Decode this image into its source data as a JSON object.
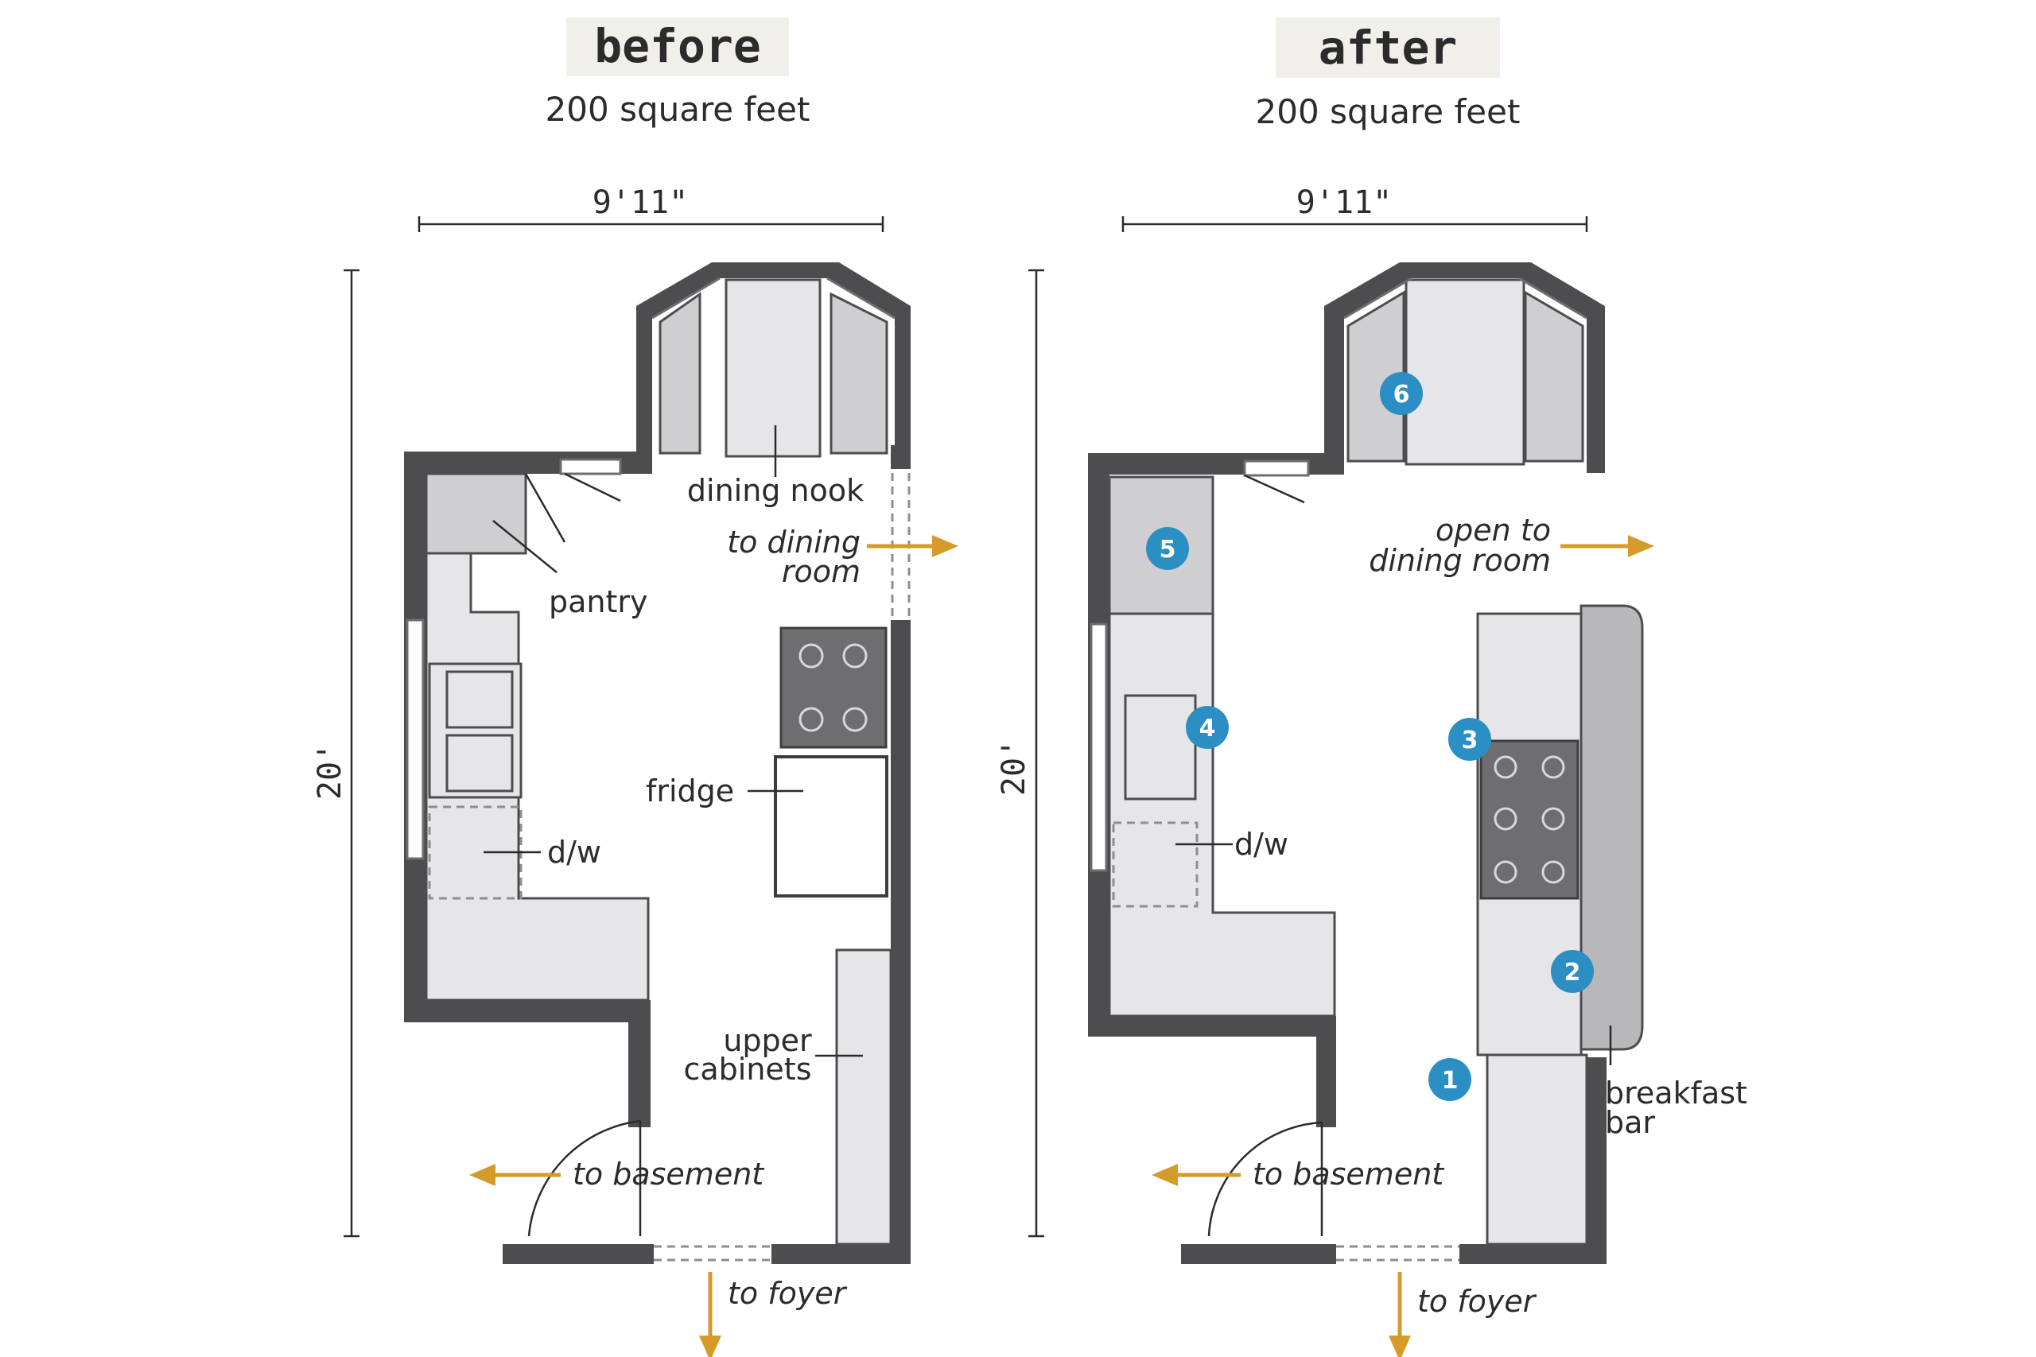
{
  "before": {
    "title": "before",
    "area": "200 square feet",
    "width": "9'11\"",
    "length": "20'",
    "labels": {
      "dining_nook": "dining nook",
      "pantry": "pantry",
      "to_dining": "to dining",
      "room": "room",
      "fridge": "fridge",
      "dw": "d/w",
      "upper": "upper",
      "cabinets": "cabinets",
      "to_basement": "to basement",
      "to_foyer": "to foyer"
    }
  },
  "after": {
    "title": "after",
    "area": "200 square feet",
    "width": "9'11\"",
    "length": "20'",
    "labels": {
      "open_to": "open to",
      "dining_room": "dining room",
      "dw": "d/w",
      "breakfast": "breakfast",
      "bar": "bar",
      "to_basement": "to basement",
      "to_foyer": "to foyer"
    },
    "badges": [
      "1",
      "2",
      "3",
      "4",
      "5",
      "6"
    ]
  },
  "colors": {
    "wall": "#4d4d4f",
    "counter": "#e6e6e8",
    "arrow": "#d49a2a",
    "badge": "#2b8fc4",
    "title_bg": "#f1efe9"
  }
}
